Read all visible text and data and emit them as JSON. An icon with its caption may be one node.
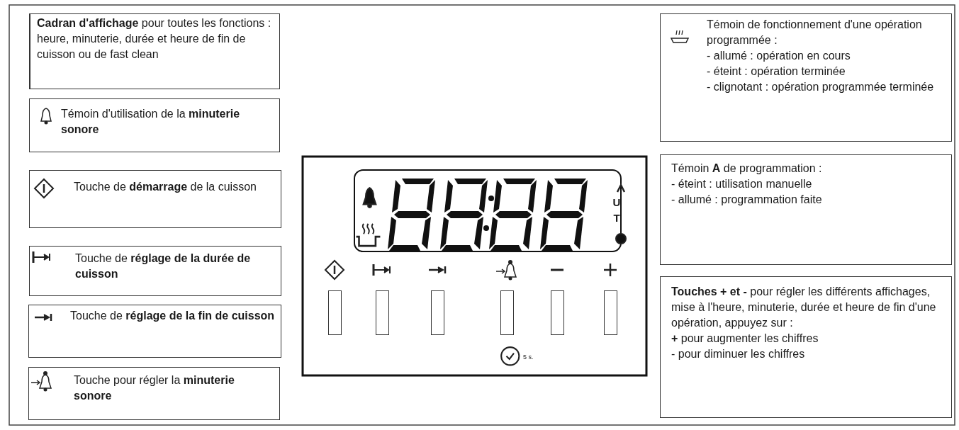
{
  "diagram": {
    "nodes": [
      {
        "text": [
          "**Cadran d'affichage** pour toutes les fonctions : heure, minuterie, durée et heure de fin de cuisson ou de fast clean"
        ]
      },
      {
        "text": [
          "Témoin d'utilisation de la **minuterie sonore**"
        ]
      },
      {
        "text": [
          "Touche de **démarrage** de la cuisson"
        ]
      },
      {
        "text": [
          "Touche de **réglage de la durée de cuisson**"
        ]
      },
      {
        "text": [
          "Touche de **réglage de la fin de cuisson**"
        ]
      },
      {
        "text": [
          "Touche pour régler la **minuterie sonore**"
        ]
      },
      {
        "text": [
          "Témoin de fonctionnement d'une opération programmée :",
          "- allumé : opération en cours",
          "- éteint : opération terminée",
          "- clignotant : opération programmée terminée"
        ]
      },
      {
        "text": [
          "Témoin **A** de programmation :",
          "- éteint : utilisation manuelle",
          "- allumé : programmation faite"
        ]
      },
      {
        "text": [
          "**Touches + et -** pour régler les différents affichages, mise à l'heure, minuterie, durée et heure de fin d'une opération, appuyez sur :",
          "**+** pour augmenter les chiffres",
          "- pour diminuer les chiffres"
        ]
      }
    ],
    "labels": [
      "U",
      "T",
      "5 s."
    ]
  }
}
